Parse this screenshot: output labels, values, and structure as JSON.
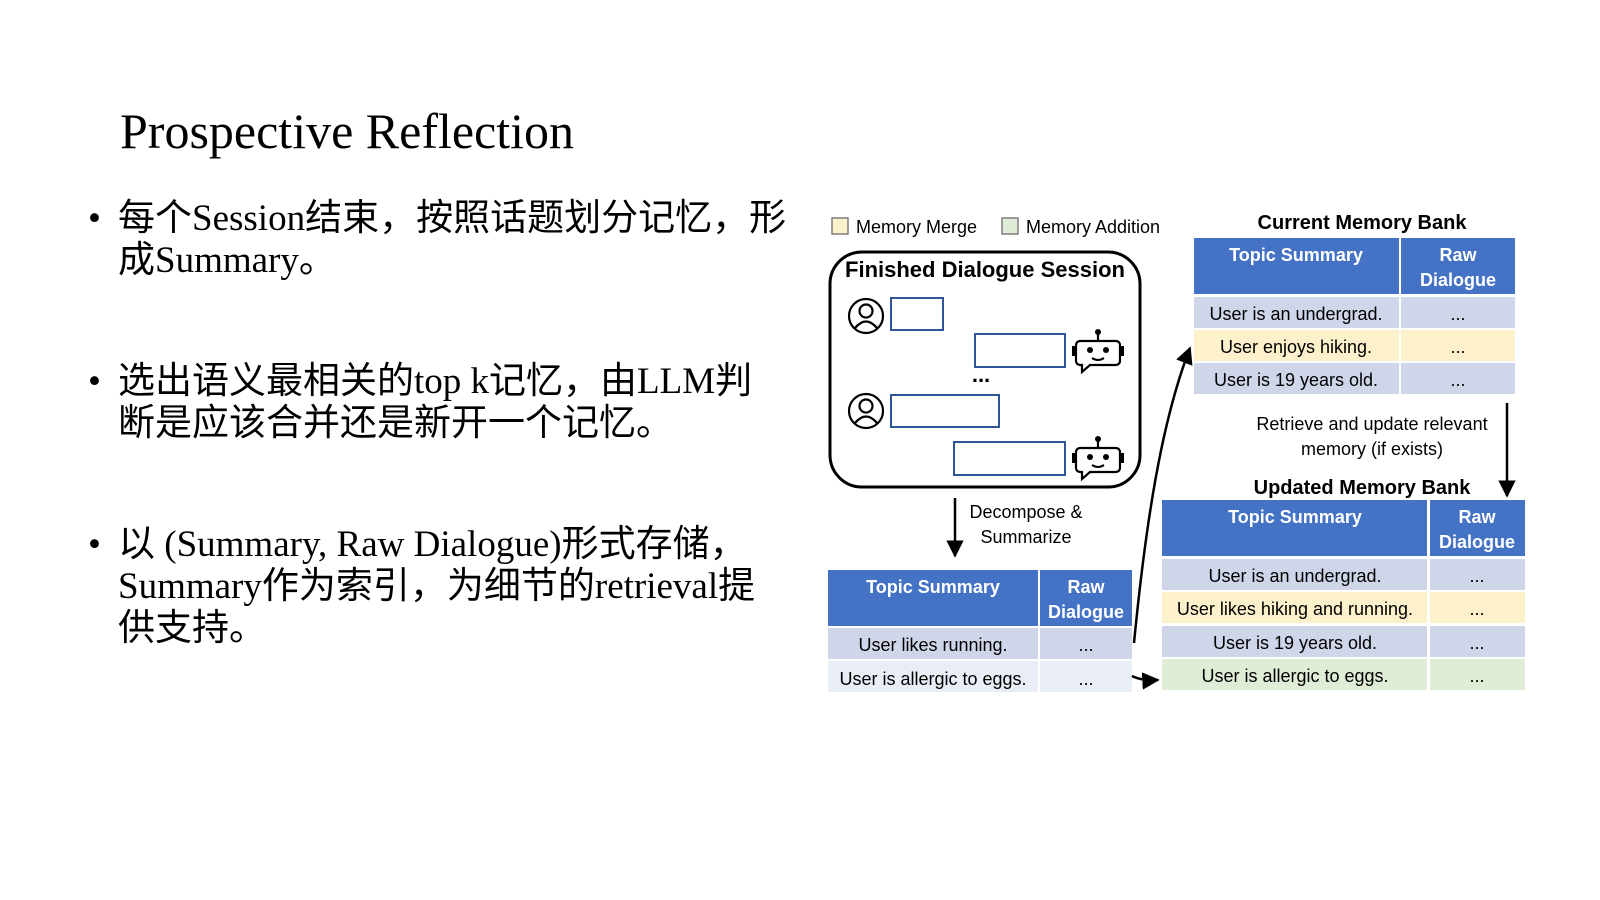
{
  "slide": {
    "title": "Prospective Reflection",
    "bullets": [
      "每个Session结束，按照话题划分记忆，形成Summary。",
      "选出语义最相关的top k记忆，由LLM判断是应该合并还是新开一个记忆。",
      "以 (Summary, Raw Dialogue)形式存储，Summary作为索引，为细节的retrieval提供支持。"
    ]
  },
  "diagram": {
    "legend": {
      "merge": "Memory Merge",
      "addition": "Memory Addition"
    },
    "session": {
      "title": "Finished Dialogue Session",
      "ellipsis": "..."
    },
    "decompose": {
      "line1": "Decompose &",
      "line2": "Summarize"
    },
    "retrieve": {
      "line1": "Retrieve and update relevant",
      "line2": "memory (if exists)"
    },
    "headers": {
      "topic": "Topic Summary",
      "raw1": "Raw",
      "raw2": "Dialogue"
    },
    "new_table": {
      "rows": [
        {
          "topic": "User likes running.",
          "raw": "..."
        },
        {
          "topic": "User is allergic to eggs.",
          "raw": "..."
        }
      ]
    },
    "current_bank": {
      "title": "Current Memory Bank",
      "rows": [
        {
          "topic": "User is an undergrad.",
          "raw": "...",
          "status": "none"
        },
        {
          "topic": "User enjoys hiking.",
          "raw": "...",
          "status": "merge"
        },
        {
          "topic": "User is 19 years old.",
          "raw": "...",
          "status": "none"
        }
      ]
    },
    "updated_bank": {
      "title": "Updated Memory Bank",
      "rows": [
        {
          "topic": "User is an undergrad.",
          "raw": "...",
          "status": "none"
        },
        {
          "topic": "User likes hiking and running.",
          "raw": "...",
          "status": "merge"
        },
        {
          "topic": "User is 19 years old.",
          "raw": "...",
          "status": "none"
        },
        {
          "topic": "User is allergic to eggs.",
          "raw": "...",
          "status": "addition"
        }
      ]
    },
    "colors": {
      "header": "#4472c4",
      "row": "#cfd6ea",
      "merge": "#fdf1cc",
      "addition": "#dfecd6",
      "pale": "#e9edf6",
      "box": "#2f5597"
    }
  }
}
